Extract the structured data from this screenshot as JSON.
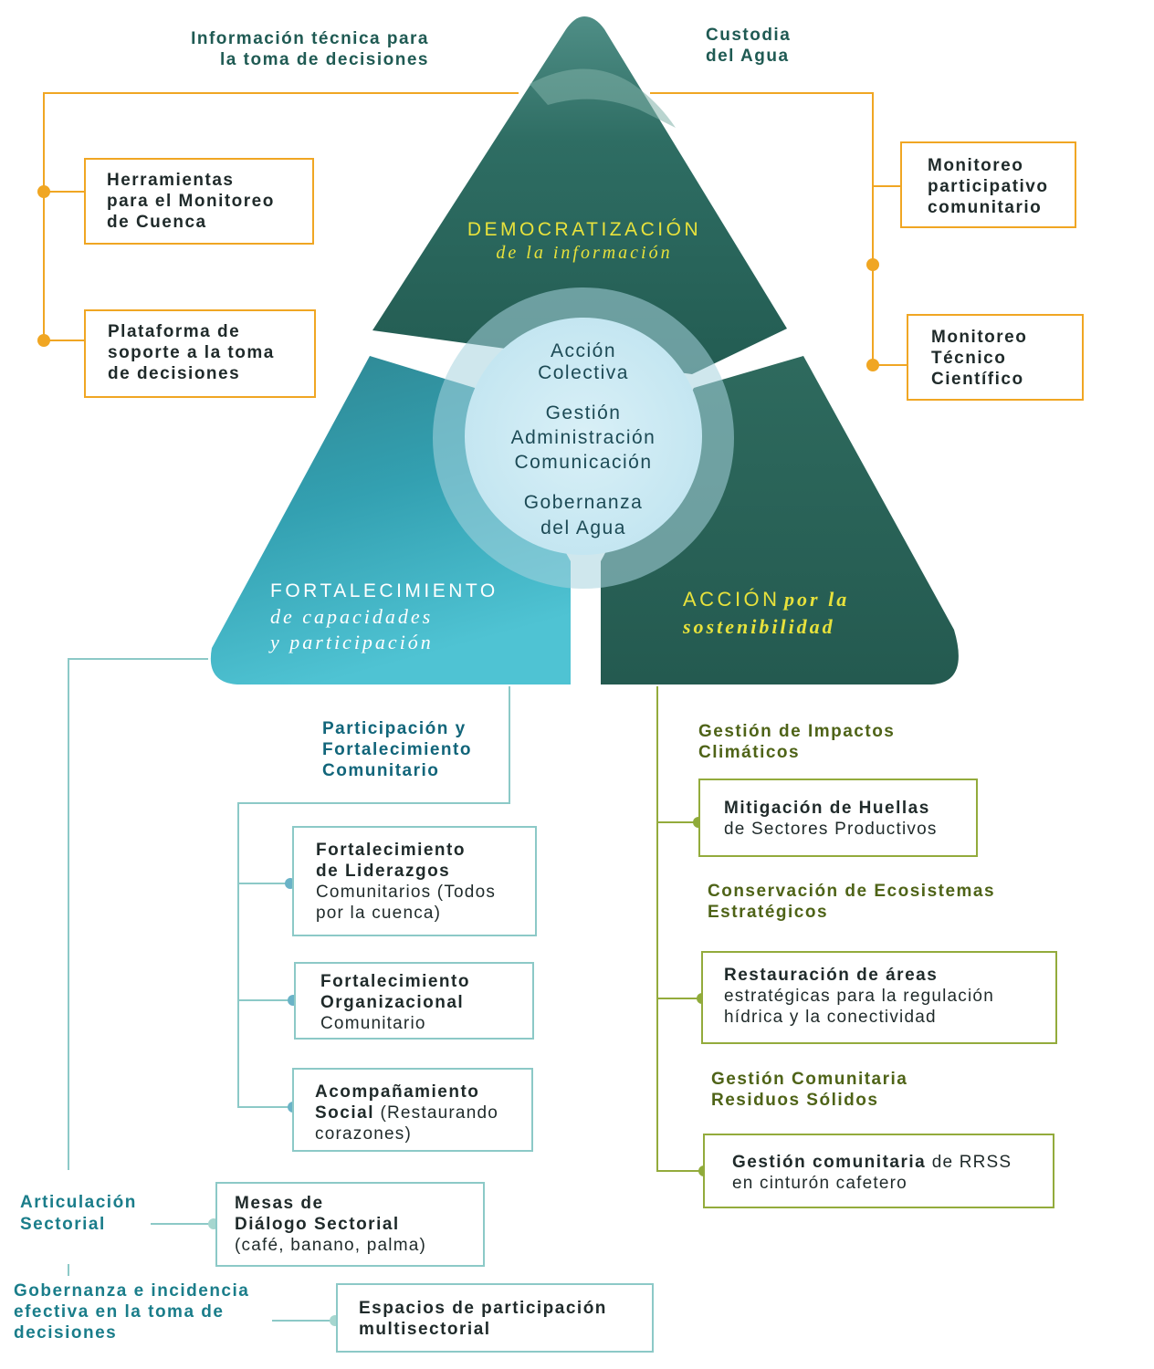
{
  "colors": {
    "orange": "#f0a623",
    "teal_line": "#8cc9c7",
    "teal_dot": "#6ab3c7",
    "green_line": "#93ab3c",
    "dark_green": "#245e52",
    "aqua": "#3fb3c6",
    "yellow_text": "#e8e23c"
  },
  "top_left": {
    "heading_line1": "Información técnica para",
    "heading_line2": "la toma de decisiones",
    "box1": {
      "line1": "Herramientas",
      "line2": "para el Monitoreo",
      "line3": "de Cuenca"
    },
    "box2": {
      "line1": "Plataforma de",
      "line2": "soporte a la toma",
      "line3": "de decisiones"
    }
  },
  "top_right": {
    "heading_line1": "Custodia",
    "heading_line2": "del Agua",
    "box1": {
      "line1": "Monitoreo",
      "line2": "participativo",
      "line3": "comunitario"
    },
    "box2": {
      "line1": "Monitoreo",
      "line2": "Técnico",
      "line3": "Científico"
    }
  },
  "triangle": {
    "top": {
      "caps": "DEMOCRATIZACIÓN",
      "italic": "de la información"
    },
    "left": {
      "caps": "FORTALECIMIENTO",
      "italic1": "de capacidades",
      "italic2": "y participación"
    },
    "right": {
      "caps": "ACCIÓN",
      "italic1": "por la",
      "italic2": "sostenibilidad"
    }
  },
  "center": {
    "l1": "Acción",
    "l2": "Colectiva",
    "l3": "Gestión",
    "l4": "Administración",
    "l5": "Comunicación",
    "l6": "Gobernanza",
    "l7": "del Agua"
  },
  "left_branch": {
    "heading_line1": "Participación y",
    "heading_line2": "Fortalecimiento",
    "heading_line3": "Comunitario",
    "box1": {
      "b1": "Fortalecimiento",
      "b2": "de Liderazgos",
      "n1": "Comunitarios (Todos",
      "n2": "por la cuenca)"
    },
    "box2": {
      "b1": "Fortalecimiento",
      "b2": "Organizacional",
      "n1": "Comunitario"
    },
    "box3": {
      "b1": "Acompañamiento",
      "b2": "Social",
      "n1": "(Restaurando",
      "n2": "corazones)"
    },
    "sect1_line1": "Articulación",
    "sect1_line2": "Sectorial",
    "box4": {
      "b1": "Mesas de",
      "b2": "Diálogo Sectorial",
      "n1": "(café, banano, palma)"
    },
    "sect2_line1": "Gobernanza e incidencia",
    "sect2_line2": "efectiva en la toma de",
    "sect2_line3": "decisiones",
    "box5": {
      "b1": "Espacios de participación",
      "b2": "multisectorial"
    }
  },
  "right_branch": {
    "h1_line1": "Gestión de Impactos",
    "h1_line2": "Climáticos",
    "box1": {
      "b1": "Mitigación de Huellas",
      "n1": "de Sectores Productivos"
    },
    "h2_line1": "Conservación de Ecosistemas",
    "h2_line2": "Estratégicos",
    "box2": {
      "b1": "Restauración de áreas",
      "n1": "estratégicas para la regulación",
      "n2": "hídrica y la conectividad"
    },
    "h3_line1": "Gestión Comunitaria",
    "h3_line2": "Residuos Sólidos",
    "box3": {
      "b1": "Gestión comunitaria",
      "n1": "de RRSS",
      "n2": "en cinturón cafetero"
    }
  }
}
